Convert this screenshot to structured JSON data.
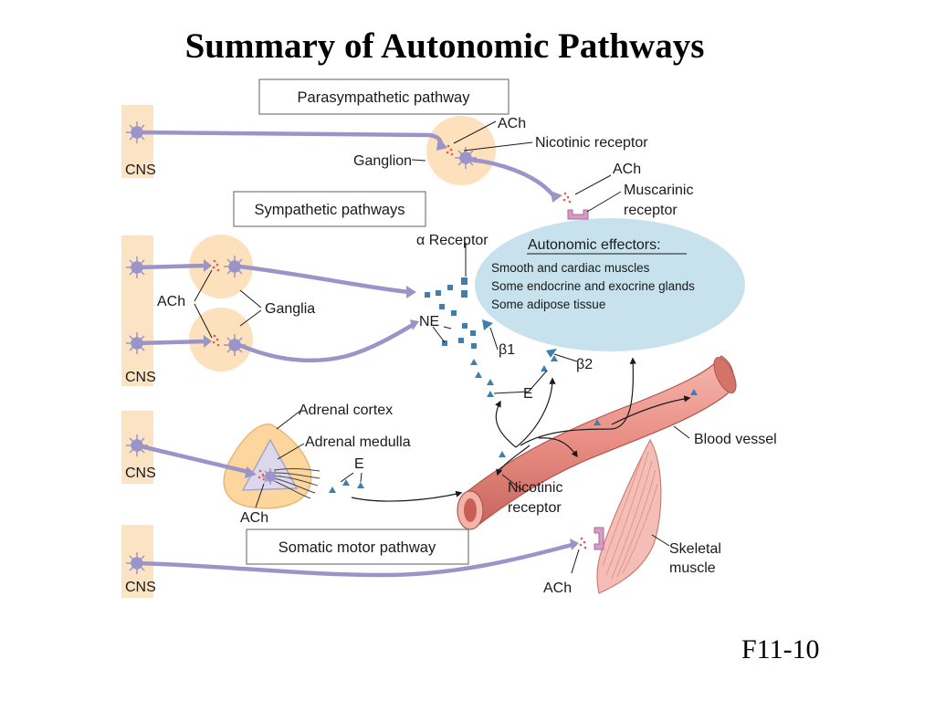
{
  "title": "Summary of Autonomic Pathways",
  "figure_code": "F11-10",
  "pathways": {
    "parasympathetic": "Parasympathetic pathway",
    "sympathetic": "Sympathetic pathways",
    "somatic": "Somatic motor pathway"
  },
  "labels": {
    "cns": "CNS",
    "ach": "ACh",
    "ganglion": "Ganglion",
    "ganglia": "Ganglia",
    "nicotinic_receptor": "Nicotinic receptor",
    "muscarinic_line1": "Muscarinic",
    "muscarinic_line2": "receptor",
    "alpha_receptor": "α Receptor",
    "ne": "NE",
    "beta1": "β1",
    "beta2": "β2",
    "e": "E",
    "adrenal_cortex": "Adrenal cortex",
    "adrenal_medulla": "Adrenal medulla",
    "blood_vessel": "Blood vessel",
    "nicotinic_line1": "Nicotinic",
    "nicotinic_line2": "receptor",
    "skeletal_line1": "Skeletal",
    "skeletal_line2": "muscle"
  },
  "effectors": {
    "title": "Autonomic effectors:",
    "items": [
      "Smooth and cardiac muscles",
      "Some endocrine and exocrine glands",
      "Some adipose tissue"
    ]
  },
  "colors": {
    "cns_band": "#fbe3c4",
    "ganglion": "#fde0bc",
    "neuron": "#9a94c8",
    "receptor_pink": "#d69ac4",
    "effector_fill": "#c7e2ec",
    "ne_blue": "#3f7fb0",
    "vessel": "#e08a80",
    "muscle": "#f2b9b2"
  }
}
